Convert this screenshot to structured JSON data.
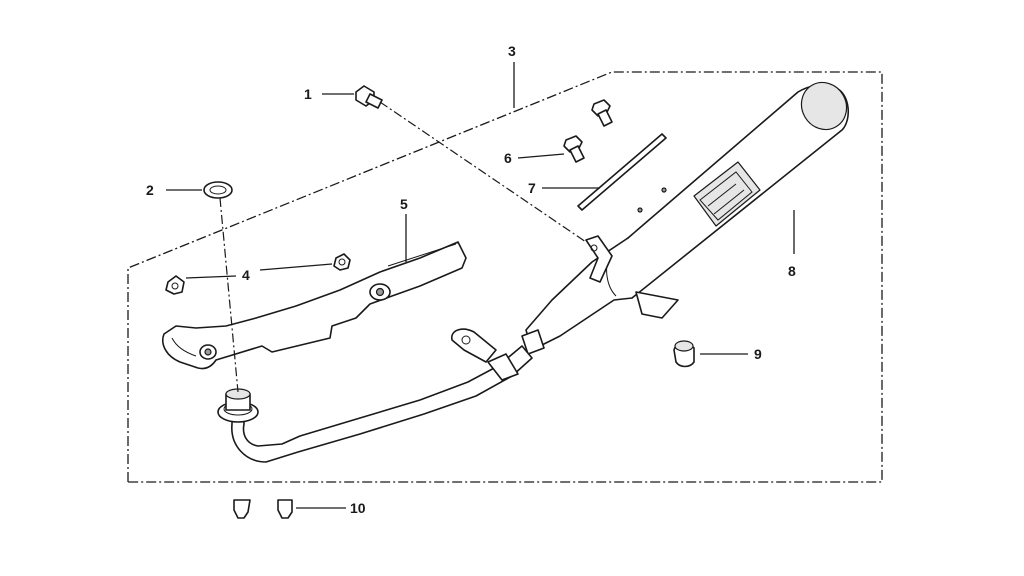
{
  "callouts": [
    {
      "number": "1"
    },
    {
      "number": "2"
    },
    {
      "number": "3"
    },
    {
      "number": "4"
    },
    {
      "number": "5"
    },
    {
      "number": "6"
    },
    {
      "number": "7"
    },
    {
      "number": "8"
    },
    {
      "number": "9"
    },
    {
      "number": "10"
    }
  ],
  "colors": {
    "line": "#1a1a1a",
    "background": "#ffffff",
    "shade": "#e6e6e6"
  }
}
